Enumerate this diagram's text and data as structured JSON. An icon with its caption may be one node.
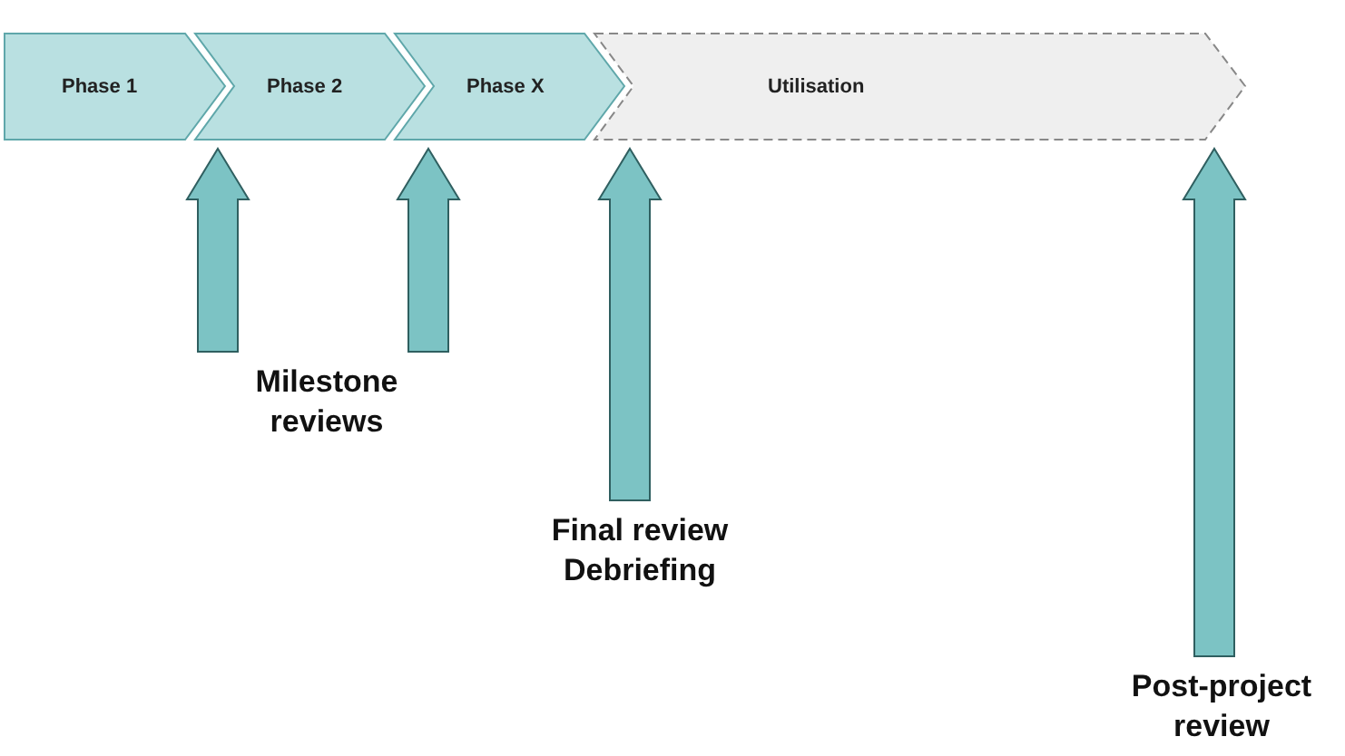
{
  "diagram": {
    "nodes": [
      {
        "text": [
          "Phase 1"
        ]
      },
      {
        "text": [
          "Phase 2"
        ]
      },
      {
        "text": [
          "Phase X"
        ]
      },
      {
        "text": [
          "Utilisation"
        ]
      },
      {
        "text": [
          "Milestone reviews"
        ]
      },
      {
        "text": [
          "Final review Debriefing"
        ]
      },
      {
        "text": [
          "Post-project review"
        ]
      }
    ],
    "edges": [
      {
        "from": 4,
        "to": 0,
        "arrow": "to"
      },
      {
        "from": 4,
        "to": 1,
        "arrow": "to"
      },
      {
        "from": 5,
        "to": 2,
        "arrow": "to"
      },
      {
        "from": 6,
        "to": 3,
        "arrow": "to"
      }
    ]
  }
}
